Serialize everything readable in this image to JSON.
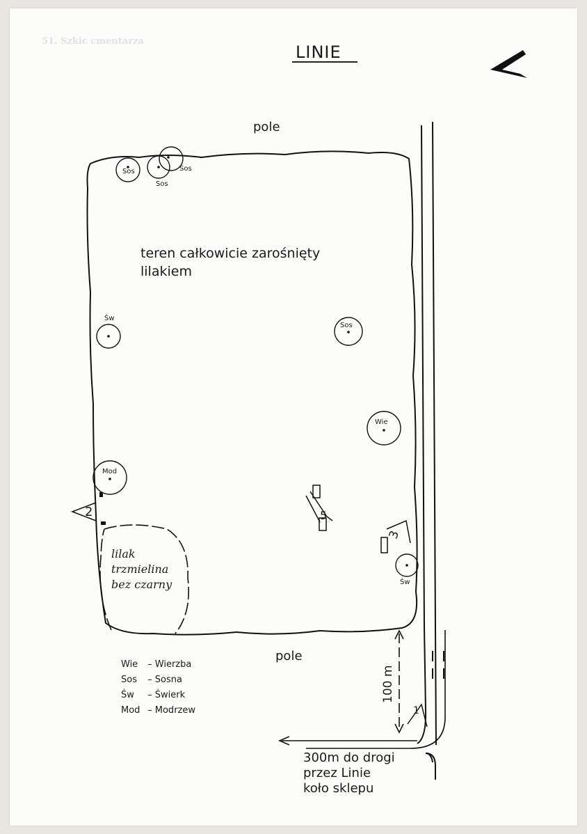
{
  "header": {
    "faint_caption": "51. Szkic cmentarza",
    "title": "LINIE"
  },
  "labels": {
    "field_top": "pole",
    "field_bottom": "pole",
    "overgrown_line1": "teren całkowicie zarośnięty",
    "overgrown_line2": "lilakiem",
    "shrubs_line1": "lilak",
    "shrubs_line2": "trzmielina",
    "shrubs_line3": "bez czarny",
    "distance_vertical": "100 m",
    "direction_line1": "300m do drogi",
    "direction_line2": "przez Linie",
    "direction_line3": "koło sklepu"
  },
  "trees": [
    {
      "code": "Sos"
    },
    {
      "code": "Sos"
    },
    {
      "code": "Sos"
    },
    {
      "code": "Św"
    },
    {
      "code": "Sos"
    },
    {
      "code": "Wie"
    },
    {
      "code": "Mod"
    },
    {
      "code": "Św"
    }
  ],
  "markers": [
    "2",
    "3",
    "5",
    "1"
  ],
  "legend": [
    {
      "code": "Wie",
      "name": "Wierzba"
    },
    {
      "code": "Sos",
      "name": "Sosna"
    },
    {
      "code": "Św",
      "name": "Świerk"
    },
    {
      "code": "Mod",
      "name": "Modrzew"
    }
  ],
  "icons": {
    "north_arrow": "north-arrow-icon"
  }
}
